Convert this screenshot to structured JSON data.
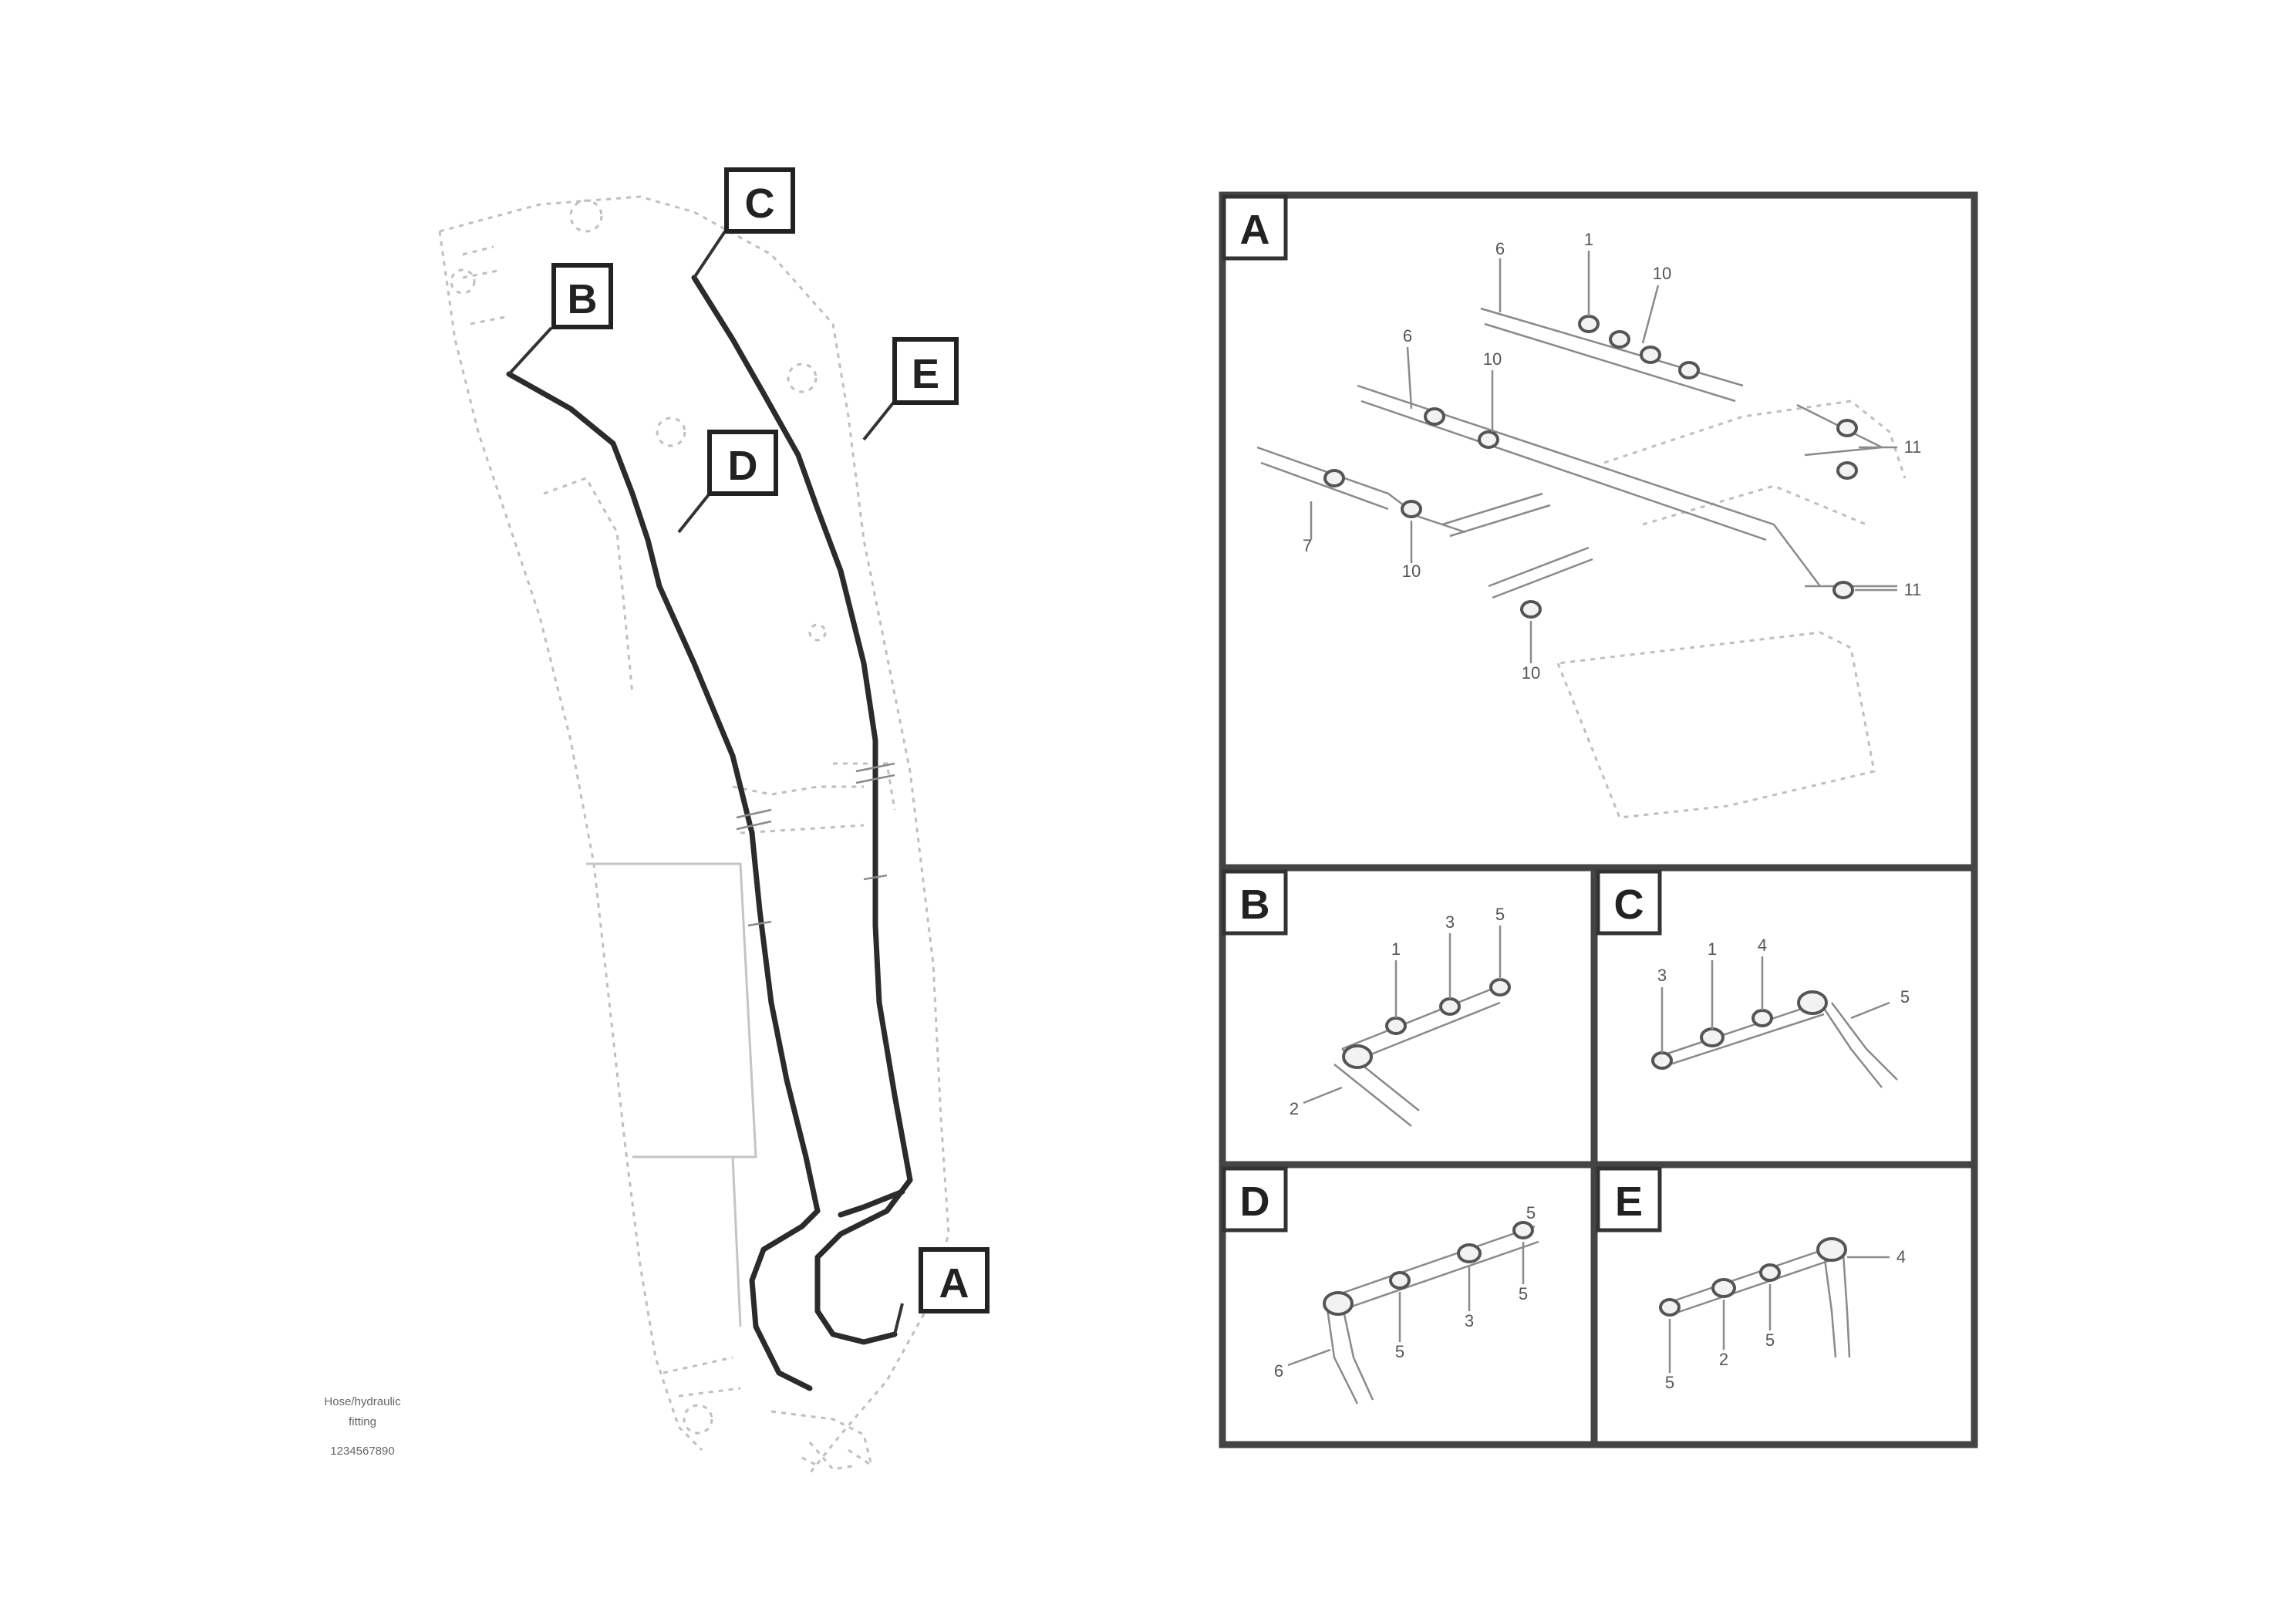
{
  "callouts": [
    "A",
    "B",
    "C",
    "D",
    "E"
  ],
  "panels": {
    "A": {
      "label": "A",
      "parts": [
        "6",
        "1",
        "10",
        "6",
        "10",
        "11",
        "7",
        "10",
        "11",
        "10"
      ]
    },
    "B": {
      "label": "B",
      "parts": [
        "1",
        "3",
        "5",
        "2"
      ]
    },
    "C": {
      "label": "C",
      "parts": [
        "3",
        "1",
        "4",
        "5"
      ]
    },
    "D": {
      "label": "D",
      "parts": [
        "6",
        "5",
        "3",
        "5",
        "5"
      ]
    },
    "E": {
      "label": "E",
      "parts": [
        "5",
        "2",
        "5",
        "4"
      ]
    }
  },
  "reference": {
    "line1": "Hose/hydraulic",
    "line2": "fitting",
    "line3": "1234567890"
  }
}
